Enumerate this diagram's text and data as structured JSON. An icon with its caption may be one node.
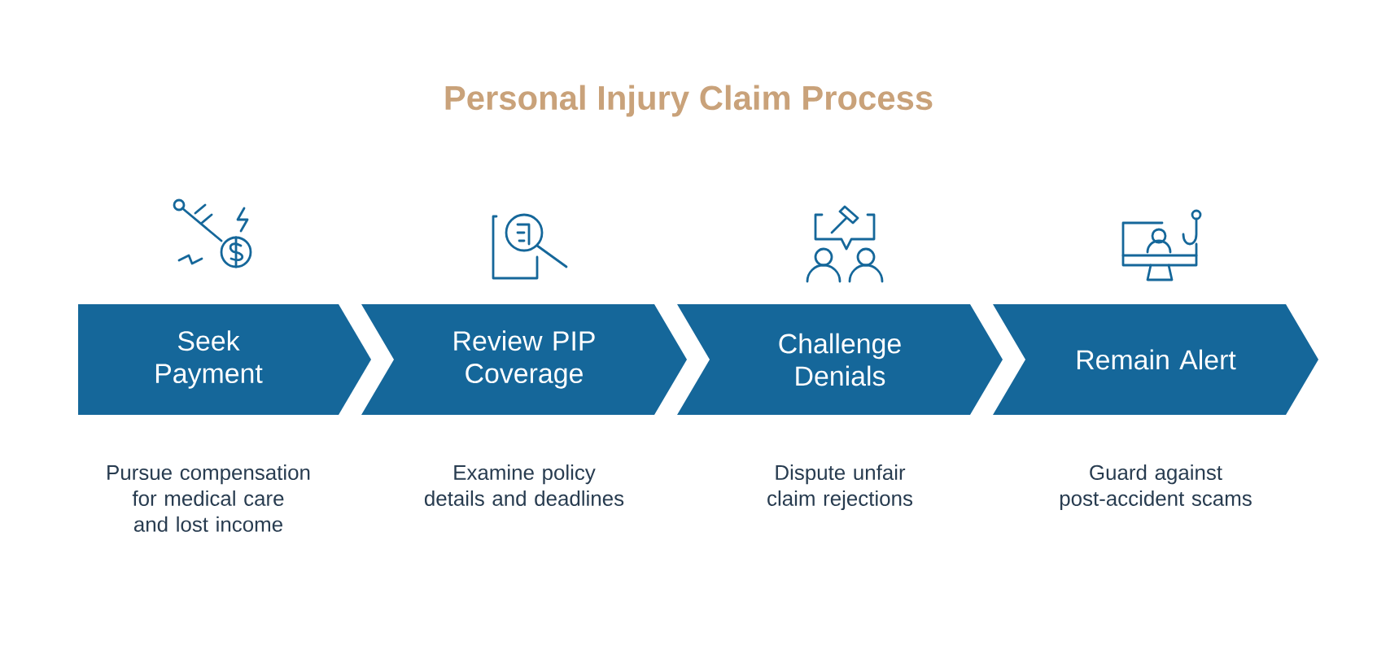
{
  "diagram": {
    "title": "Personal Injury Claim Process",
    "nodes": [
      {
        "text": [
          "Seek Payment"
        ],
        "beside": [
          "Pursue compensation for medical care and lost income"
        ]
      },
      {
        "text": [
          "Review PIP Coverage"
        ],
        "beside": [
          "Examine policy details and deadlines"
        ]
      },
      {
        "text": [
          "Challenge Denials"
        ],
        "beside": [
          "Dispute unfair claim rejections"
        ]
      },
      {
        "text": [
          "Remain Alert"
        ],
        "beside": [
          "Guard against post-accident scams"
        ]
      }
    ]
  }
}
